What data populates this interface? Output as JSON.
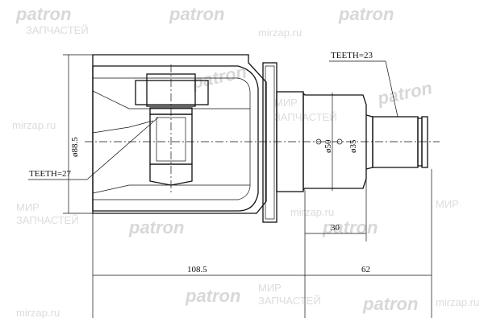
{
  "watermarks": {
    "brand": "patron",
    "line1": "МИР",
    "line2": "ЗАПЧАСТЕЙ",
    "site": "mirzap.ru"
  },
  "labels": {
    "teeth_outer": "TEETH=23",
    "teeth_inner": "TEETH=27",
    "dia_housing": "ø88.5",
    "dia_shaft": "ø50",
    "dia_spline": "ø35",
    "len_shaft": "30",
    "len_housing": "108.5",
    "len_stem": "62"
  }
}
